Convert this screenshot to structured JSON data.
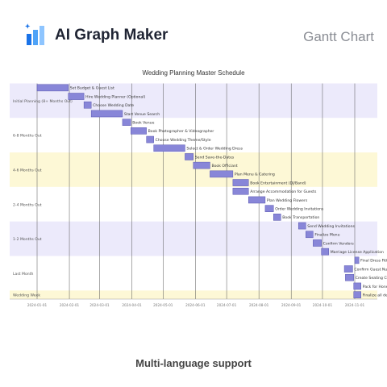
{
  "header": {
    "brand": "AI Graph Maker",
    "chart_type_label": "Gantt Chart"
  },
  "footer": {
    "caption": "Multi-language support"
  },
  "colors": {
    "bar": "#8886d8",
    "bar_stroke": "#5b59b0",
    "band_purple": "#eceafb",
    "band_yellow": "#fdf8d6",
    "band_white": "#ffffff",
    "logo_dark": "#1a73e8",
    "logo_light": "#8ec5ff"
  },
  "chart_data": {
    "type": "gantt",
    "title": "Wedding Planning Master Schedule",
    "x_ticks": [
      "2024-01-01",
      "2024-02-01",
      "2024-03-01",
      "2024-04-01",
      "2024-05-01",
      "2024-06-01",
      "2024-07-01",
      "2024-08-01",
      "2024-09-01",
      "2024-10-01",
      "2024-11-01"
    ],
    "xlim": [
      "2024-01-01",
      "2024-11-15"
    ],
    "phases": [
      {
        "name": "Initial Planning (8+ Months Out)",
        "band": "purple",
        "tasks": [
          {
            "name": "Set Budget & Guest List",
            "start": "2024-01-01",
            "end": "2024-01-31"
          },
          {
            "name": "Hire Wedding Planner (Optional)",
            "start": "2024-01-31",
            "end": "2024-02-15"
          },
          {
            "name": "Choose Wedding Date",
            "start": "2024-02-15",
            "end": "2024-02-22"
          },
          {
            "name": "Start Venue Search",
            "start": "2024-02-22",
            "end": "2024-03-23"
          }
        ]
      },
      {
        "name": "6-8 Months Out",
        "band": "white",
        "tasks": [
          {
            "name": "Book Venue",
            "start": "2024-03-23",
            "end": "2024-03-31"
          },
          {
            "name": "Book Photographer & Videographer",
            "start": "2024-03-31",
            "end": "2024-04-15"
          },
          {
            "name": "Choose Wedding Theme/Style",
            "start": "2024-04-15",
            "end": "2024-04-22"
          },
          {
            "name": "Select & Order Wedding Dress",
            "start": "2024-04-22",
            "end": "2024-05-22"
          }
        ]
      },
      {
        "name": "4-6 Months Out",
        "band": "yellow",
        "tasks": [
          {
            "name": "Send Save-the-Dates",
            "start": "2024-05-22",
            "end": "2024-05-30"
          },
          {
            "name": "Book Officiant",
            "start": "2024-05-30",
            "end": "2024-06-15"
          },
          {
            "name": "Plan Menu & Catering",
            "start": "2024-06-15",
            "end": "2024-07-07"
          },
          {
            "name": "Book Entertainment (DJ/Band)",
            "start": "2024-07-07",
            "end": "2024-07-22"
          }
        ]
      },
      {
        "name": "2-4 Months Out",
        "band": "white",
        "tasks": [
          {
            "name": "Arrange Accommodation for Guests",
            "start": "2024-07-07",
            "end": "2024-07-22"
          },
          {
            "name": "Plan Wedding Flowers",
            "start": "2024-07-22",
            "end": "2024-08-07"
          },
          {
            "name": "Order Wedding Invitations",
            "start": "2024-08-07",
            "end": "2024-08-15"
          },
          {
            "name": "Book Transportation",
            "start": "2024-08-15",
            "end": "2024-08-22"
          }
        ]
      },
      {
        "name": "1-2 Months Out",
        "band": "purple",
        "tasks": [
          {
            "name": "Send Wedding Invitations",
            "start": "2024-09-08",
            "end": "2024-09-15"
          },
          {
            "name": "Finalize Menu",
            "start": "2024-09-15",
            "end": "2024-09-22"
          },
          {
            "name": "Confirm Vendors",
            "start": "2024-09-22",
            "end": "2024-09-30"
          },
          {
            "name": "Marriage License Application",
            "start": "2024-09-30",
            "end": "2024-10-07"
          }
        ]
      },
      {
        "name": "Last Month",
        "band": "white",
        "tasks": [
          {
            "name": "Final Dress Fitting",
            "start": "2024-11-01",
            "end": "2024-11-05"
          },
          {
            "name": "Confirm Guest Numbers",
            "start": "2024-10-22",
            "end": "2024-10-30"
          },
          {
            "name": "Create Seating Chart",
            "start": "2024-10-23",
            "end": "2024-10-31"
          },
          {
            "name": "Pack for Honeymoon",
            "start": "2024-10-31",
            "end": "2024-11-07"
          }
        ]
      },
      {
        "name": "Wedding Week",
        "band": "yellow",
        "tasks": [
          {
            "name": "Finalize all details",
            "start": "2024-10-31",
            "end": "2024-11-07"
          }
        ]
      }
    ]
  }
}
